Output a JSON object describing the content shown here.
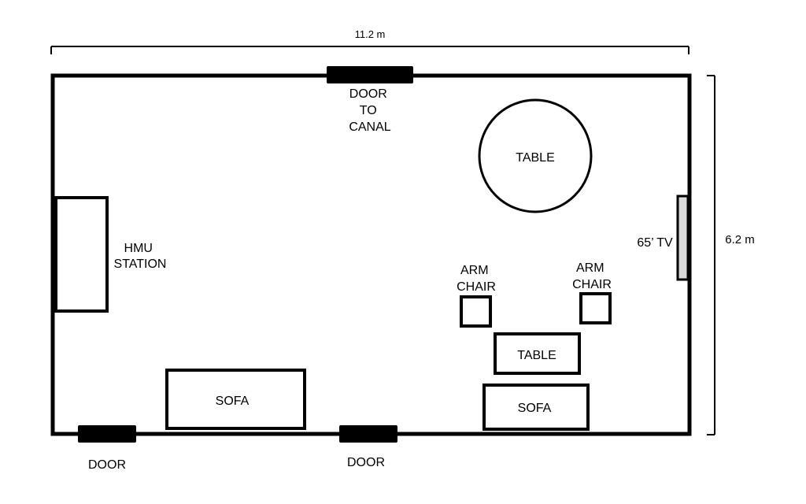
{
  "dimensions": {
    "width_label": "11.2 m",
    "height_label": "6.2 m"
  },
  "labels": {
    "door_to_canal": [
      "DOOR",
      "TO",
      "CANAL"
    ],
    "round_table": "TABLE",
    "hmu_station": [
      "HMU",
      "STATION"
    ],
    "tv": "65’ TV",
    "arm_chair_left": [
      "ARM",
      "CHAIR"
    ],
    "arm_chair_right": [
      "ARM",
      "CHAIR"
    ],
    "coffee_table": "TABLE",
    "sofa_left": "SOFA",
    "sofa_right": "SOFA",
    "door_left": "DOOR",
    "door_middle": "DOOR"
  },
  "colors": {
    "stroke": "#000000",
    "door_fill": "#000000",
    "tv_fill": "#d9d9d9",
    "background": "#ffffff"
  }
}
